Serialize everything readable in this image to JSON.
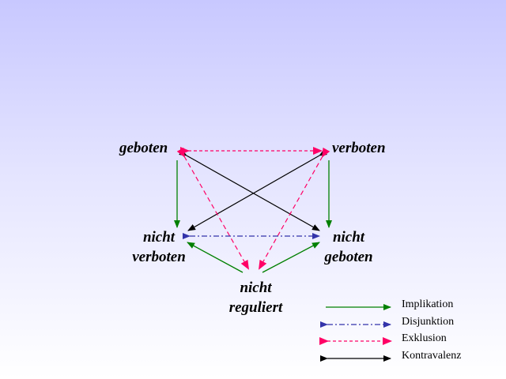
{
  "nodes": {
    "geboten": "geboten",
    "verboten": "verboten",
    "nicht_verboten": [
      "nicht",
      "verboten"
    ],
    "nicht_geboten": [
      "nicht",
      "geboten"
    ],
    "nicht_reguliert": [
      "nicht",
      "reguliert"
    ]
  },
  "legend": [
    {
      "label": "Implikation",
      "color": "#008000",
      "style": "solid"
    },
    {
      "label": "Disjunktion",
      "color": "#3333aa",
      "style": "dash-dot"
    },
    {
      "label": "Exklusion",
      "color": "#ff0066",
      "style": "dashed"
    },
    {
      "label": "Kontravalenz",
      "color": "#000000",
      "style": "solid"
    }
  ],
  "colors": {
    "implikation": "#008000",
    "disjunktion": "#3333aa",
    "exklusion": "#ff0066",
    "kontravalenz": "#000000"
  }
}
